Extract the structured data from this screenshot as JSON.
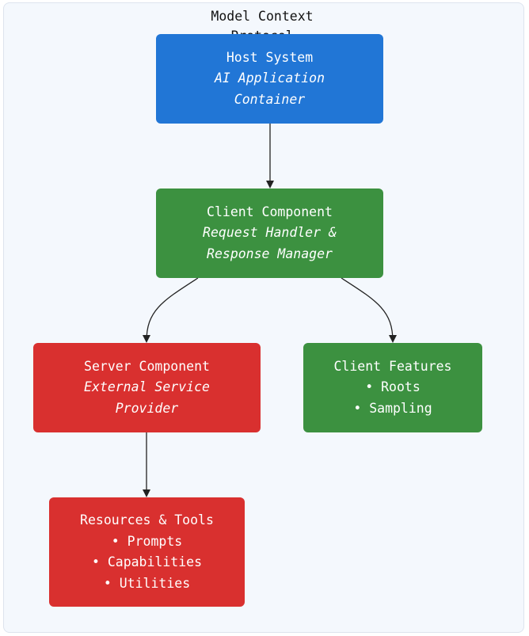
{
  "cluster": {
    "title": "Model Context Protocol"
  },
  "colors": {
    "host": "#2176d6",
    "client": "#3c9140",
    "server": "#d9302f",
    "edge": "#222222"
  },
  "nodes": {
    "host": {
      "title": "Host System",
      "subtitle": [
        "AI Application",
        "Container"
      ]
    },
    "client": {
      "title": "Client Component",
      "subtitle": [
        "Request Handler &",
        "Response Manager"
      ]
    },
    "server": {
      "title": "Server Component",
      "subtitle": [
        "External Service",
        "Provider"
      ]
    },
    "features": {
      "title": "Client Features",
      "items": [
        "• Roots",
        "• Sampling"
      ]
    },
    "resources": {
      "title": "Resources & Tools",
      "items": [
        "• Prompts",
        "• Capabilities",
        "• Utilities"
      ]
    }
  }
}
